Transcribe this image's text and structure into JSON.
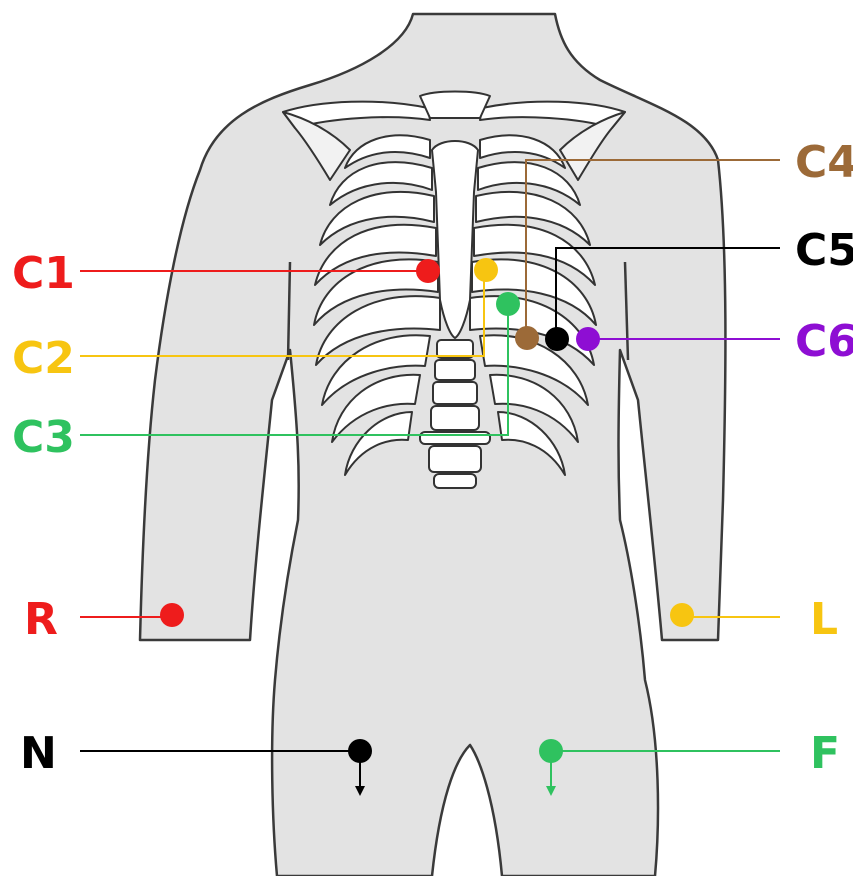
{
  "diagram": {
    "body_fill": "#e3e3e3",
    "outline_color": "#3a3a3a",
    "electrodes": [
      {
        "id": "c1",
        "label": "C1",
        "color": "#ee1c1c"
      },
      {
        "id": "c2",
        "label": "C2",
        "color": "#f7c511"
      },
      {
        "id": "c3",
        "label": "C3",
        "color": "#2fc25f"
      },
      {
        "id": "c4",
        "label": "C4",
        "color": "#9c6a38"
      },
      {
        "id": "c5",
        "label": "C5",
        "color": "#000000"
      },
      {
        "id": "c6",
        "label": "C6",
        "color": "#8e0ed3"
      },
      {
        "id": "r",
        "label": "R",
        "color": "#ee1c1c"
      },
      {
        "id": "l",
        "label": "L",
        "color": "#f7c511"
      },
      {
        "id": "n",
        "label": "N",
        "color": "#000000"
      },
      {
        "id": "f",
        "label": "F",
        "color": "#2fc25f"
      }
    ]
  }
}
